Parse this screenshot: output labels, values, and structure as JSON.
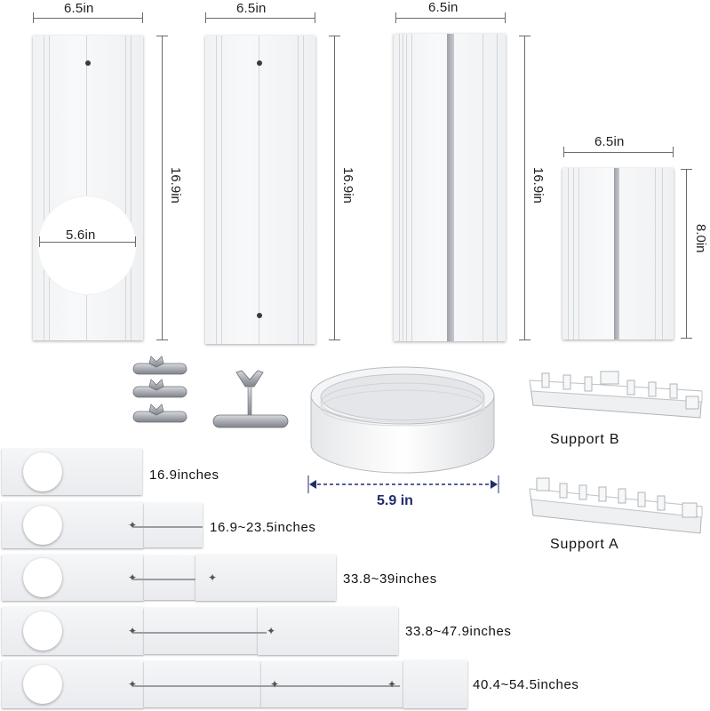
{
  "panels": {
    "p1": {
      "width": "6.5in",
      "height": "16.9in",
      "hole": "5.6in"
    },
    "p2": {
      "width": "6.5in",
      "height": "16.9in"
    },
    "p3": {
      "width": "6.5in",
      "height": "16.9in"
    },
    "p4": {
      "width": "6.5in",
      "height": "8.0in"
    }
  },
  "connector": {
    "diameter": "5.9 in"
  },
  "supports": {
    "b": "Support B",
    "a": "Support A"
  },
  "slides": [
    {
      "label": "16.9inches"
    },
    {
      "label": "16.9~23.5inches"
    },
    {
      "label": "33.8~39inches"
    },
    {
      "label": "33.8~47.9inches"
    },
    {
      "label": "40.4~54.5inches"
    }
  ],
  "colors": {
    "dim_blue": "#1f2d6b",
    "panel": "#f3f4f6",
    "rail": "#9a9ea4"
  }
}
